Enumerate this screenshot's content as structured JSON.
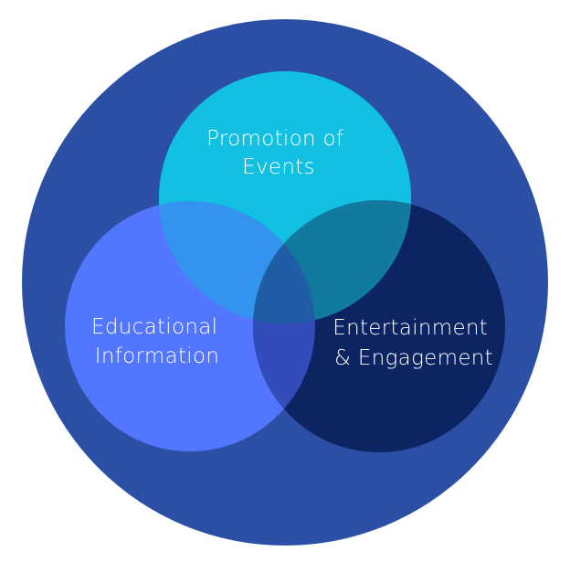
{
  "diagram": {
    "type": "venn",
    "background_circle_color": "#2a4fa5",
    "sets": [
      {
        "id": "promotion",
        "lines": [
          "Promotion of",
          "Events"
        ],
        "color": "#12c0e2"
      },
      {
        "id": "educational",
        "lines": [
          "Educational",
          "Information"
        ],
        "color": "#5276fe"
      },
      {
        "id": "entertainment",
        "lines": [
          "Entertainment",
          "& Engagement"
        ],
        "color": "#0c2461"
      }
    ],
    "overlap_colors": {
      "promotion_educational": "#3294ed",
      "promotion_entertainment": "#127a9e",
      "educational_entertainment": "#324cb9",
      "all_three": "#1f5ea5"
    }
  }
}
